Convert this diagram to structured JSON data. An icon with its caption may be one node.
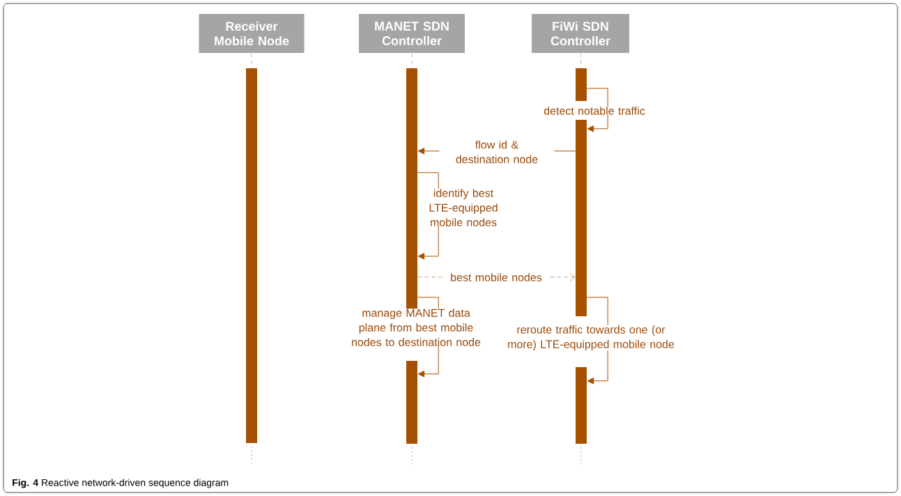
{
  "diagram": {
    "caption": "**Fig. 4** Reactive network-driven sequence diagram",
    "nodes": [
      {
        "text": [
          "Receiver Mobile Node"
        ]
      },
      {
        "text": [
          "MANET SDN Controller"
        ]
      },
      {
        "text": [
          "FiWi SDN Controller"
        ]
      },
      {
        "text": [],
        "shape": "bar"
      },
      {
        "text": [],
        "shape": "bar"
      },
      {
        "text": [],
        "shape": "bar"
      },
      {
        "text": [],
        "shape": "bar"
      },
      {
        "text": [],
        "shape": "bar"
      },
      {
        "text": [],
        "shape": "bar"
      }
    ],
    "edges": [
      {
        "from": 0,
        "to": 3,
        "arrow": "none",
        "style": "dashed",
        "color": "#bfbfbf"
      },
      {
        "from": 1,
        "to": 4,
        "arrow": "none",
        "style": "dashed",
        "color": "#bfbfbf"
      },
      {
        "from": 2,
        "to": 6,
        "arrow": "none",
        "style": "dashed",
        "color": "#bfbfbf"
      },
      {
        "from": 6,
        "to": 7,
        "arrow": "to",
        "label": "detect notable traffic"
      },
      {
        "from": 7,
        "to": 4,
        "arrow": "to",
        "label": "flow id & destination node"
      },
      {
        "from": 4,
        "to": 4,
        "arrow": "to",
        "label": "identify best LTE-equipped mobile nodes"
      },
      {
        "from": 4,
        "to": 7,
        "arrow": "to",
        "label": "best mobile nodes",
        "style": "dashed",
        "color": "#d9a27a"
      },
      {
        "from": 4,
        "to": 5,
        "arrow": "to",
        "label": "manage MANET data plane from best mobile nodes to destination node"
      },
      {
        "from": 7,
        "to": 8,
        "arrow": "to",
        "label": "reroute traffic towards one (or more) LTE-equipped mobile node"
      }
    ]
  }
}
